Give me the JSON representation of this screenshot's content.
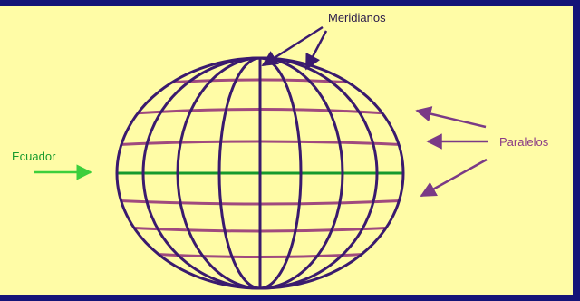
{
  "labels": {
    "meridians": "Meridianos",
    "parallels": "Paralelos",
    "equator": "Ecuador"
  },
  "colors": {
    "background": "#fffca6",
    "frame": "#141478",
    "meridian_lines": "#3a1a6e",
    "parallel_lines": "#a04a7e",
    "equator_line": "#169a2c",
    "parallel_arrows": "#7a3a86",
    "meridian_arrows": "#3a1a6e",
    "equator_arrow": "#3ccf3c"
  }
}
